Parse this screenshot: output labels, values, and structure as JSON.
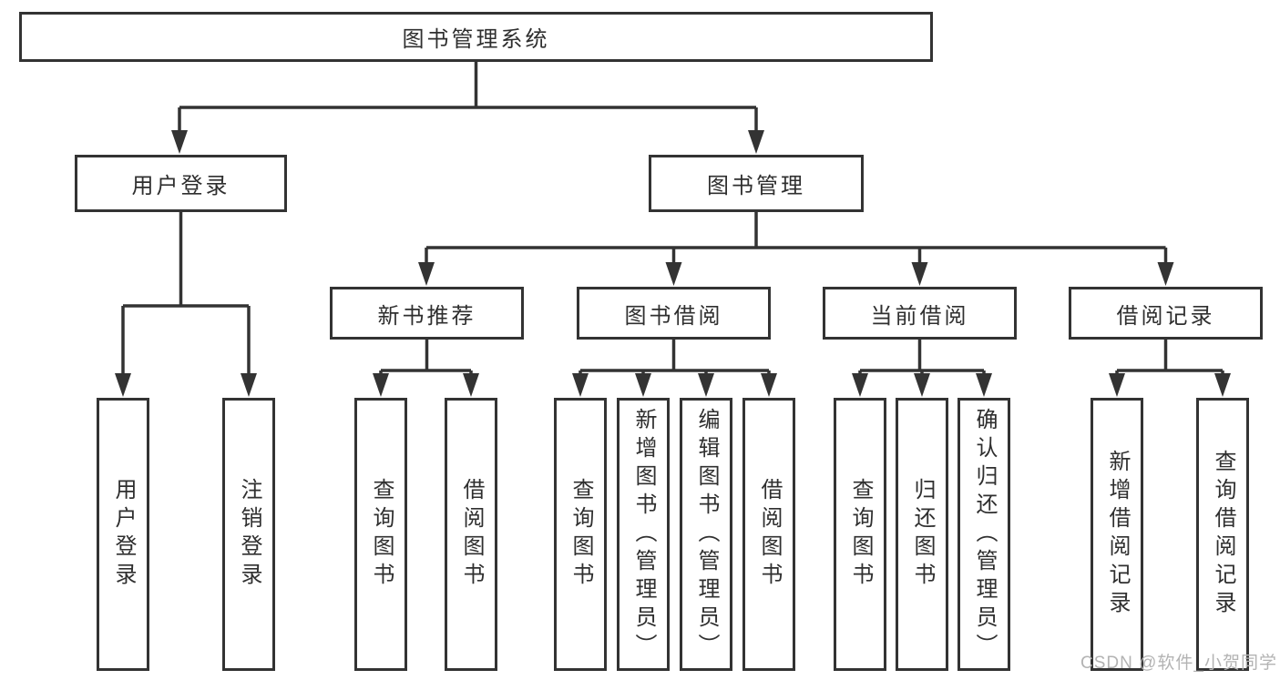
{
  "tree": {
    "label": "图书管理系统",
    "children": [
      {
        "label": "用户登录",
        "children": [
          {
            "label": "用户登录"
          },
          {
            "label": "注销登录"
          }
        ]
      },
      {
        "label": "图书管理",
        "children": [
          {
            "label": "新书推荐",
            "children": [
              {
                "label": "查询图书"
              },
              {
                "label": "借阅图书"
              }
            ]
          },
          {
            "label": "图书借阅",
            "children": [
              {
                "label": "查询图书"
              },
              {
                "label": "新增图书（管理员）"
              },
              {
                "label": "编辑图书（管理员）"
              },
              {
                "label": "借阅图书"
              }
            ]
          },
          {
            "label": "当前借阅",
            "children": [
              {
                "label": "查询图书"
              },
              {
                "label": "归还图书"
              },
              {
                "label": "确认归还（管理员）"
              }
            ]
          },
          {
            "label": "借阅记录",
            "children": [
              {
                "label": "新增借阅记录"
              },
              {
                "label": "查询借阅记录"
              }
            ]
          }
        ]
      }
    ]
  },
  "watermark": {
    "text": "CSDN @软件_小贺同学"
  },
  "colors": {
    "line": "#333333",
    "box_border": "#333333",
    "box_fill": "#ffffff",
    "text": "#2f2f2f",
    "watermark": "#b3b3b3",
    "background": "#ffffff"
  }
}
